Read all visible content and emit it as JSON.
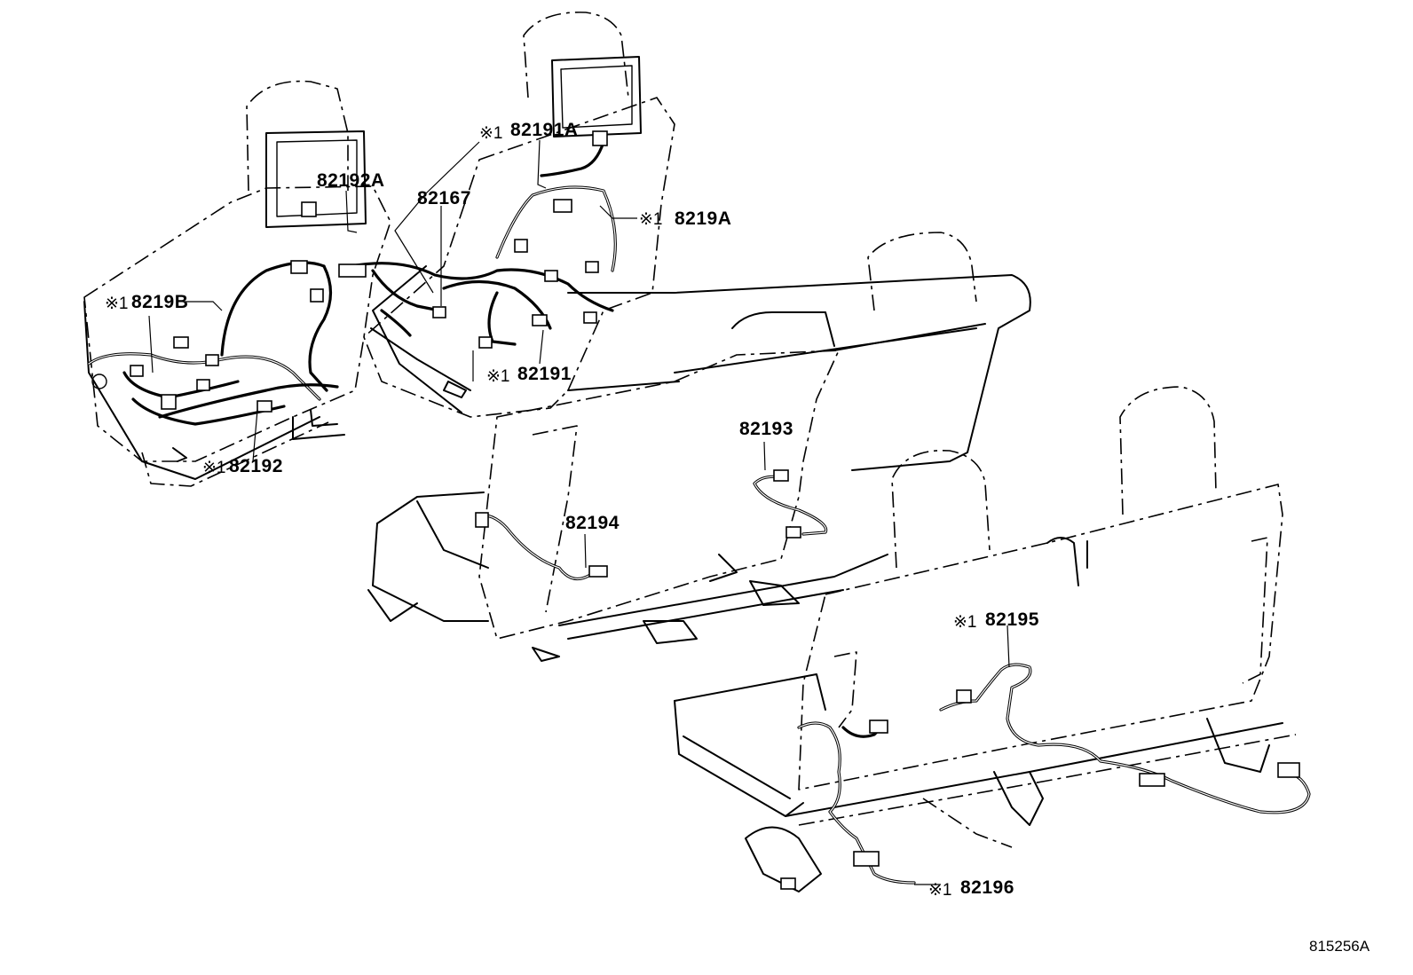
{
  "labels": {
    "p82192A": "82192A",
    "p82191A": "82191A",
    "p82167": "82167",
    "p8219A": "8219A",
    "p8219B": "8219B",
    "p82191": "82191",
    "p82192": "82192",
    "p82193": "82193",
    "p82194": "82194",
    "p82195": "82195",
    "p82196": "82196"
  },
  "note_mark": "※1",
  "diagram_code": "815256A"
}
